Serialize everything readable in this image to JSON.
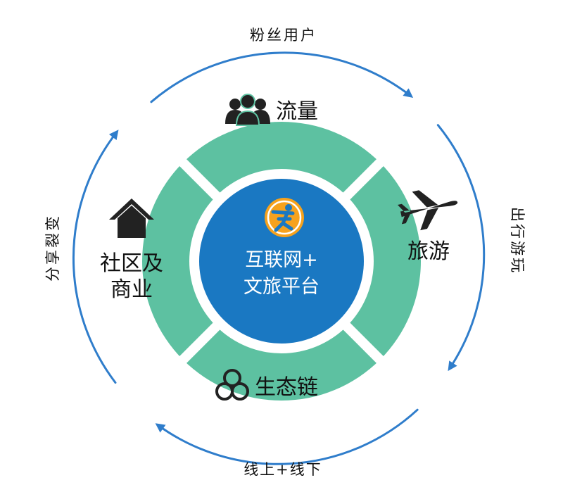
{
  "colors": {
    "segment": "#5dc1a1",
    "center": "#1a78c2",
    "arrow": "#2f7dcb",
    "icon": "#222222",
    "logo_bg": "#f6a21d",
    "logo_ring": "#ffffff"
  },
  "center": {
    "line1": "互联网+",
    "line2": "文旅平台",
    "logo_icon": "running-person-logo-icon"
  },
  "segments": {
    "top": {
      "label": "流量",
      "icon": "users-icon"
    },
    "right": {
      "label": "旅游",
      "icon": "airplane-icon"
    },
    "bottom": {
      "label": "生态链",
      "icon": "three-circles-icon"
    },
    "left": {
      "line1": "社区及",
      "line2": "商业",
      "icon": "house-icon"
    }
  },
  "outer_labels": {
    "top": "粉丝用户",
    "right": "出行游玩",
    "bottom": "线上+线下",
    "left": "分享裂变"
  }
}
